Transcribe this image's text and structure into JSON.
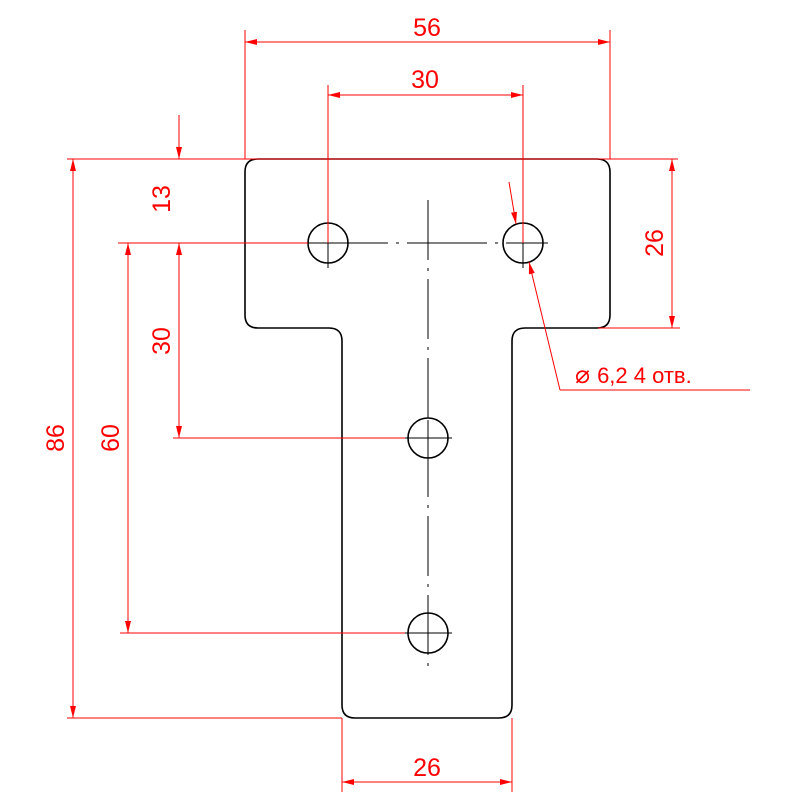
{
  "colors": {
    "dimension": "#ff0000",
    "outline": "#000000",
    "background": "#ffffff"
  },
  "dimensions": {
    "top_width": "56",
    "hole_spacing_horizontal": "30",
    "top_offset": "13",
    "flange_height": "26",
    "hole_spacing_vertical_1": "30",
    "hole_spacing_vertical_2": "60",
    "overall_height": "86",
    "stem_width": "26"
  },
  "hole_note": {
    "symbol": "⌀",
    "text": "6,2 4 отв."
  }
}
